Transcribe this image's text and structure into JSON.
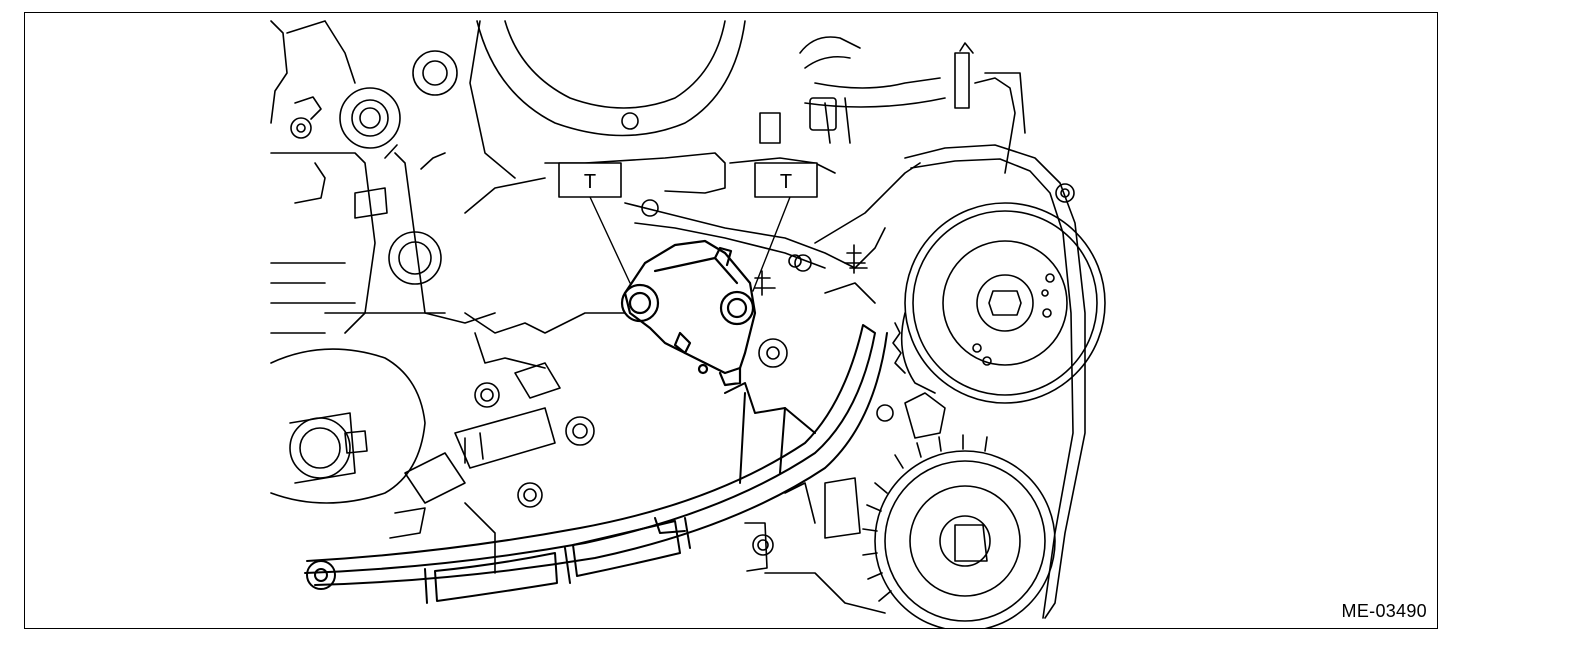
{
  "figure": {
    "reference_code": "ME-03490",
    "callouts": [
      {
        "label": "T"
      },
      {
        "label": "T"
      }
    ]
  },
  "colors": {
    "line": "#000000",
    "background": "#ffffff"
  }
}
